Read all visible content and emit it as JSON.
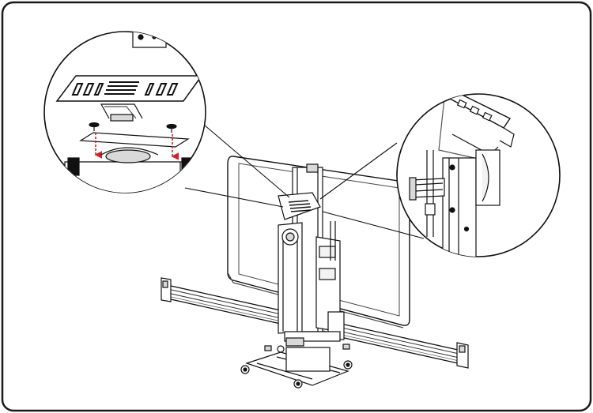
{
  "diagram": {
    "colors": {
      "frame": "#1a1a1a",
      "line": "#111111",
      "light_line": "#555555",
      "fill_gray": "#d9d9d9",
      "fill_light": "#f2f2f2",
      "accent_red": "#d0202a"
    },
    "components": [
      "mounting-plate-detail",
      "clamp-bracket-detail",
      "monitor-panel",
      "vertical-column",
      "crossbar",
      "caster-base"
    ]
  }
}
